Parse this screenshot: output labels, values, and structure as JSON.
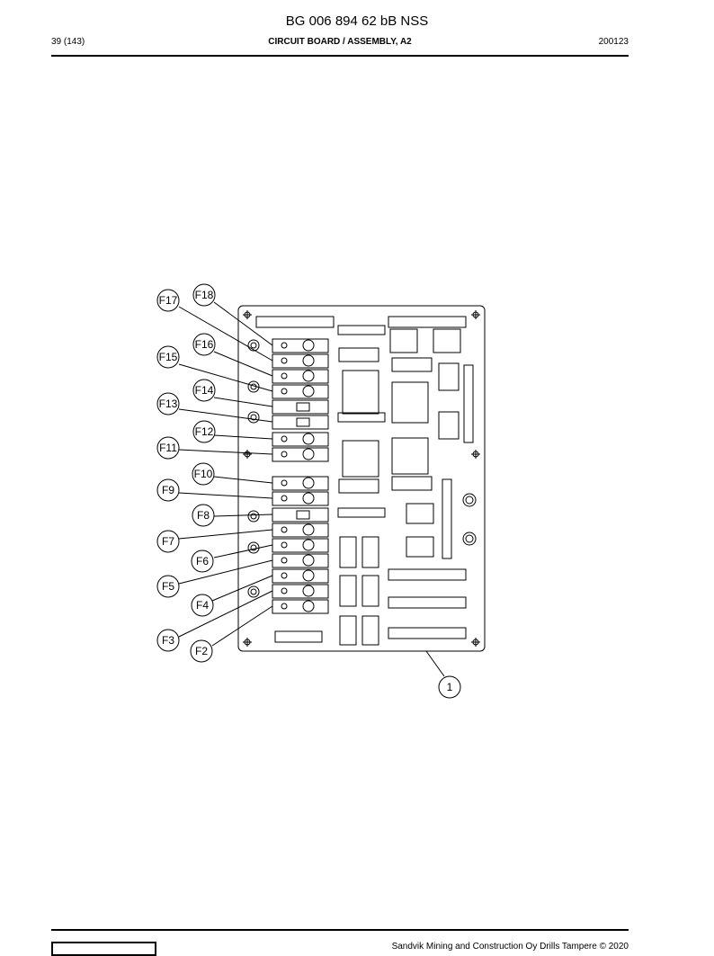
{
  "header": {
    "doc_id": "BG 006 894 62 bB NSS",
    "page_number": "39 (143)",
    "title": "CIRCUIT BOARD / ASSEMBLY, A2",
    "date": "200123"
  },
  "drawing": {
    "callouts": [
      {
        "id": "f18",
        "label": "F18"
      },
      {
        "id": "f17",
        "label": "F17"
      },
      {
        "id": "f16",
        "label": "F16"
      },
      {
        "id": "f15",
        "label": "F15"
      },
      {
        "id": "f14",
        "label": "F14"
      },
      {
        "id": "f13",
        "label": "F13"
      },
      {
        "id": "f12",
        "label": "F12"
      },
      {
        "id": "f11",
        "label": "F11"
      },
      {
        "id": "f10",
        "label": "F10"
      },
      {
        "id": "f9",
        "label": "F9"
      },
      {
        "id": "f8",
        "label": "F8"
      },
      {
        "id": "f7",
        "label": "F7"
      },
      {
        "id": "f6",
        "label": "F6"
      },
      {
        "id": "f5",
        "label": "F5"
      },
      {
        "id": "f4",
        "label": "F4"
      },
      {
        "id": "f3",
        "label": "F3"
      },
      {
        "id": "f2",
        "label": "F2"
      },
      {
        "id": "item1",
        "label": "1"
      }
    ]
  },
  "footer": {
    "copyright": "Sandvik Mining and Construction Oy Drills Tampere © 2020"
  }
}
